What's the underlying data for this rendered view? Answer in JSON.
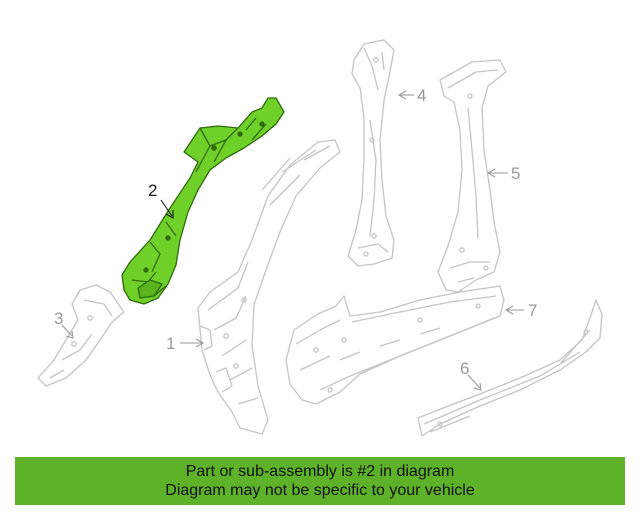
{
  "diagram": {
    "callouts": [
      {
        "id": "1",
        "label": "1"
      },
      {
        "id": "2",
        "label": "2"
      },
      {
        "id": "3",
        "label": "3"
      },
      {
        "id": "4",
        "label": "4"
      },
      {
        "id": "5",
        "label": "5"
      },
      {
        "id": "6",
        "label": "6"
      },
      {
        "id": "7",
        "label": "7"
      }
    ],
    "highlighted_part": "2",
    "colors": {
      "highlight_fill": "#6fd02a",
      "highlight_stroke": "#2f6a0c",
      "part_stroke": "#c4c4c4",
      "callout_text": "#9a9a9a",
      "callout_active_text": "#1a1a1a"
    }
  },
  "banner": {
    "line1": "Part or sub-assembly is #2 in diagram",
    "line2": "Diagram may not be specific to your vehicle",
    "background": "#5db22a",
    "text_color": "#111111"
  }
}
